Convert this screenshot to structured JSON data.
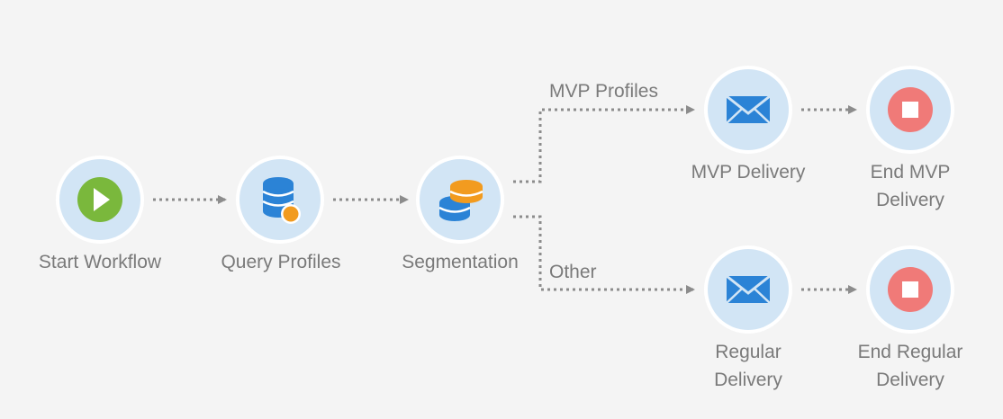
{
  "workflow": {
    "nodes": {
      "start": {
        "label": "Start Workflow",
        "icon": "play-icon"
      },
      "query": {
        "label": "Query Profiles",
        "icon": "database-query-icon"
      },
      "segmentation": {
        "label": "Segmentation",
        "icon": "database-split-icon"
      },
      "mvp_delivery": {
        "label_line1": "MVP Delivery",
        "icon": "envelope-icon"
      },
      "end_mvp": {
        "label_line1": "End MVP",
        "label_line2": "Delivery",
        "icon": "stop-icon"
      },
      "regular_delivery": {
        "label_line1": "Regular",
        "label_line2": "Delivery",
        "icon": "envelope-icon"
      },
      "end_regular": {
        "label_line1": "End Regular",
        "label_line2": "Delivery",
        "icon": "stop-icon"
      }
    },
    "edges": {
      "mvp_branch": "MVP Profiles",
      "other_branch": "Other"
    },
    "colors": {
      "node_fill": "#d2e5f5",
      "start_icon": "#7ab83c",
      "database_icon": "#2b83d6",
      "query_badge": "#f29b1f",
      "envelope_icon": "#2b83d6",
      "stop_icon": "#f07a78",
      "connector": "#8c8c8c"
    }
  }
}
